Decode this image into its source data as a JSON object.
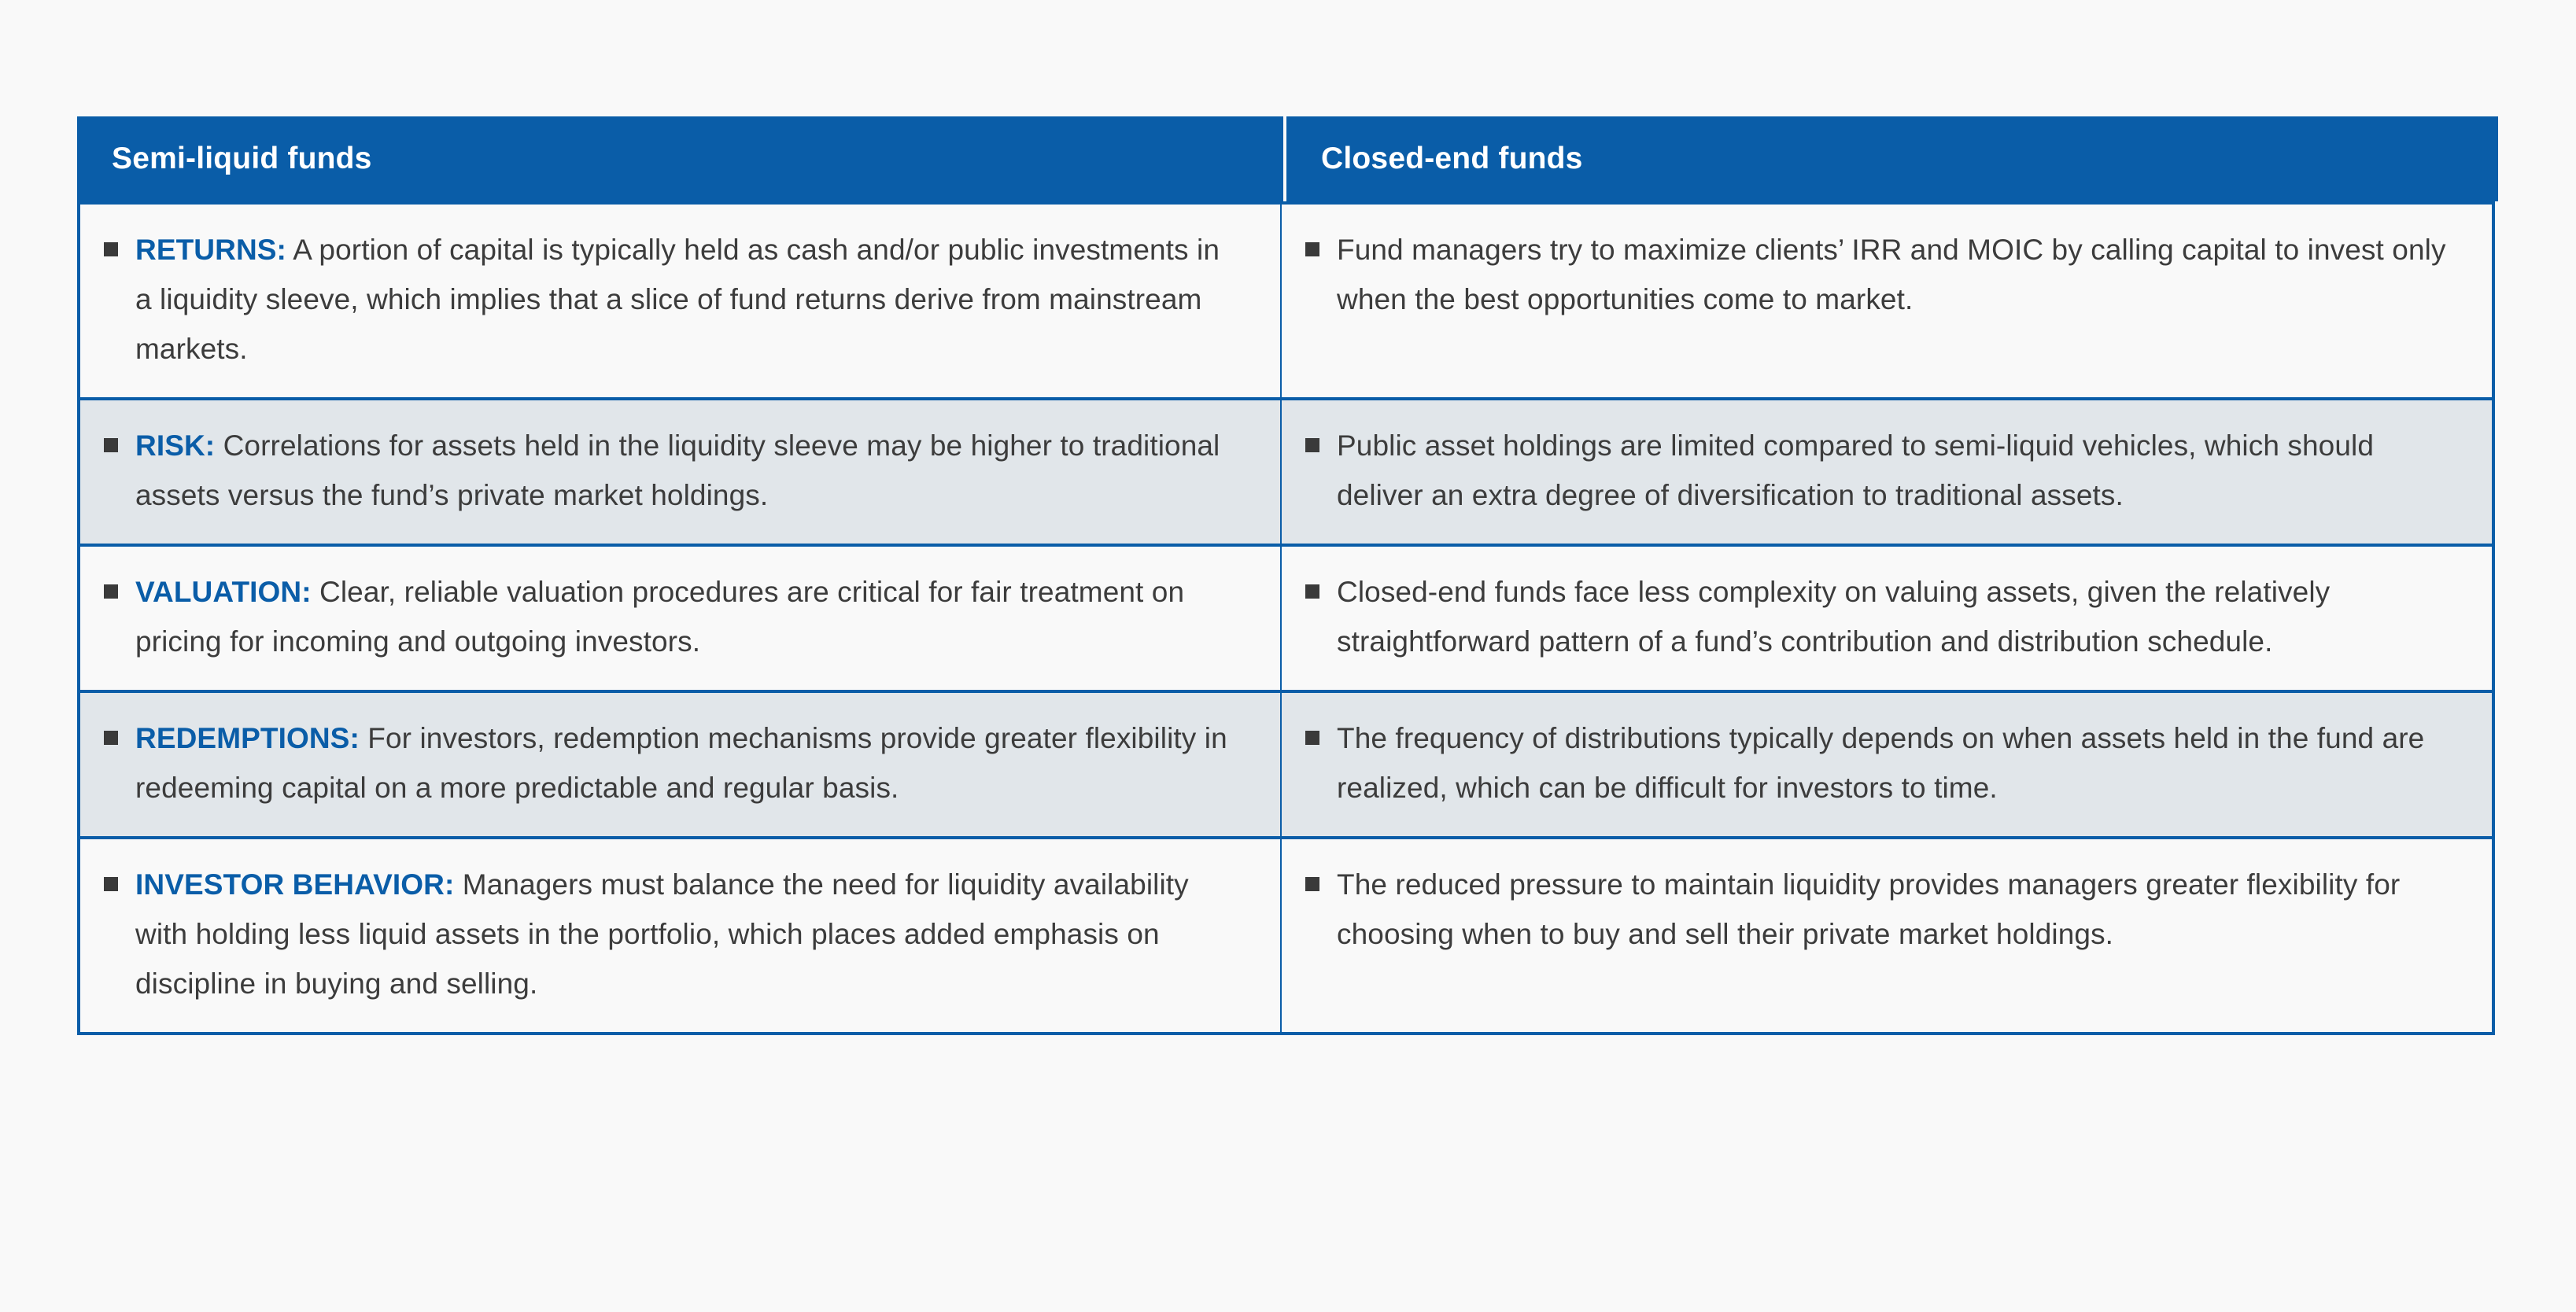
{
  "table": {
    "columns": [
      {
        "id": "semi-liquid",
        "header": "Semi-liquid funds"
      },
      {
        "id": "closed-end",
        "header": "Closed-end funds"
      }
    ],
    "colors": {
      "header_bg": "#0a5da8",
      "border": "#0a5da8",
      "label_text": "#0a5da8",
      "row_shaded_bg": "#e1e6ea",
      "row_plain_bg": "#f9f9f9",
      "body_text": "#3c3c3c",
      "bullet": "#3a3a3a",
      "page_bg": "#f9f9f9"
    },
    "rows": [
      {
        "shaded": false,
        "left": {
          "label": "RETURNS:",
          "text": " A portion of capital is typically held as cash and/or public investments in a liquidity sleeve, which implies that a slice of fund returns derive from mainstream markets.",
          "bullet": "square-bullet-icon"
        },
        "right": {
          "label": "",
          "text": "Fund managers try to maximize clients’ IRR and MOIC by calling capital to invest only when the best opportunities come to market.",
          "bullet": "square-bullet-icon"
        }
      },
      {
        "shaded": true,
        "left": {
          "label": "RISK:",
          "text": " Correlations for assets held in the liquidity sleeve may be higher to traditional assets versus the fund’s private market holdings.",
          "bullet": "square-bullet-icon"
        },
        "right": {
          "label": "",
          "text": "Public asset holdings are limited compared to semi-liquid vehicles, which should deliver an extra degree of diversification to traditional assets.",
          "bullet": "square-bullet-icon"
        }
      },
      {
        "shaded": false,
        "left": {
          "label": "VALUATION:",
          "text": " Clear, reliable valuation procedures are critical for fair treatment on pricing for incoming and outgoing investors.",
          "bullet": "square-bullet-icon"
        },
        "right": {
          "label": "",
          "text": "Closed-end funds face less complexity on valuing assets, given the relatively straightforward pattern of a fund’s contribution and distribution schedule.",
          "bullet": "square-bullet-icon"
        }
      },
      {
        "shaded": true,
        "left": {
          "label": "REDEMPTIONS:",
          "text": " For investors, redemption mechanisms provide greater flexibility in redeeming capital on a more predictable and regular basis.",
          "bullet": "square-bullet-icon"
        },
        "right": {
          "label": "",
          "text": "The frequency of distributions typically depends on when assets held in the fund are realized, which can be difficult for investors to time.",
          "bullet": "square-bullet-icon"
        }
      },
      {
        "shaded": false,
        "left": {
          "label": "INVESTOR BEHAVIOR:",
          "text": " Managers must balance the need for liquidity availability with holding less liquid assets in the portfolio, which places added emphasis on discipline in buying and selling.",
          "bullet": "square-bullet-icon"
        },
        "right": {
          "label": "",
          "text": "The reduced pressure to maintain liquidity provides managers greater flexibility for choosing when to buy and sell their private market holdings.",
          "bullet": "square-bullet-icon"
        }
      }
    ]
  }
}
